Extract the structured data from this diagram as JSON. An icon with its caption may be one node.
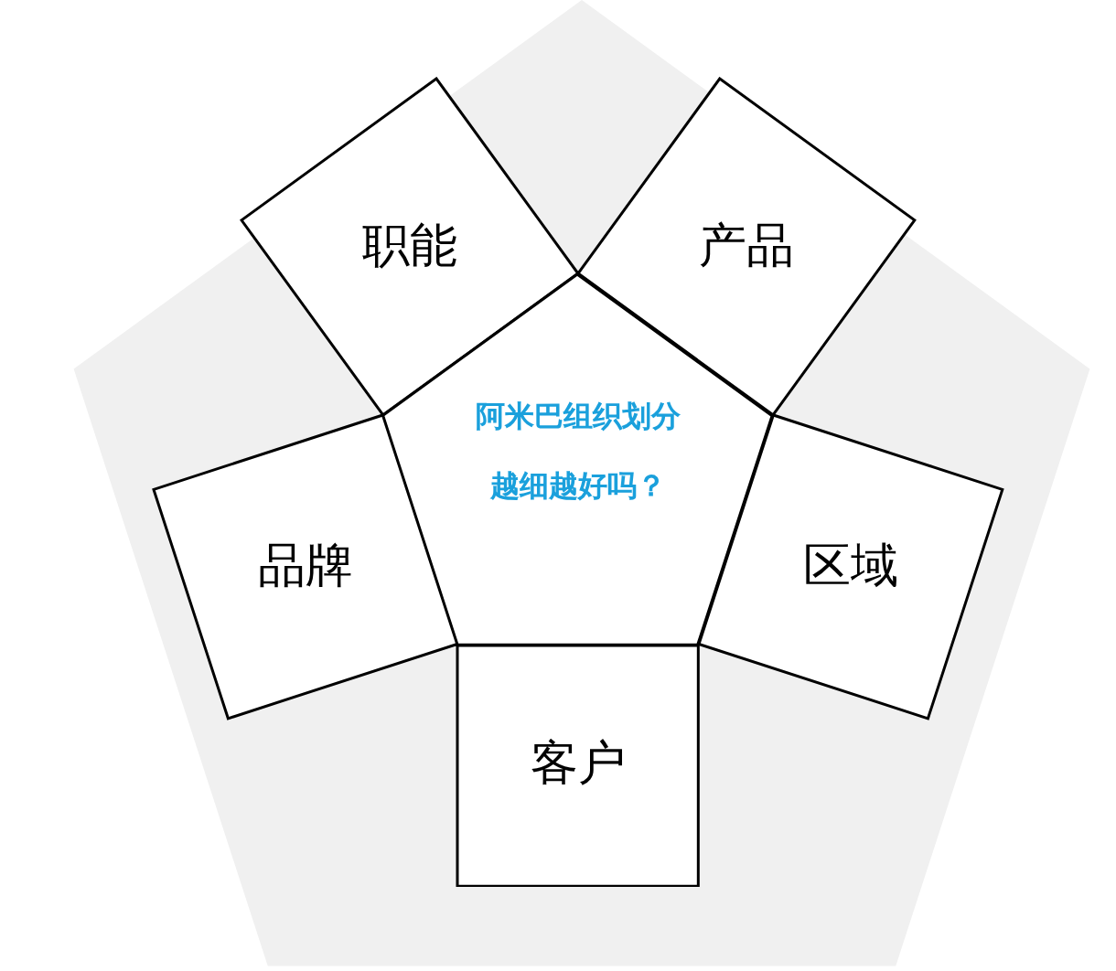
{
  "diagram": {
    "nodes": [
      {
        "text": [
          "职能"
        ]
      },
      {
        "text": [
          "产品"
        ]
      },
      {
        "text": [
          "阿米巴组织划分越细越好吗？"
        ]
      },
      {
        "text": [
          "品牌"
        ]
      },
      {
        "text": [
          "区域"
        ]
      },
      {
        "text": [
          "客户"
        ]
      }
    ]
  }
}
